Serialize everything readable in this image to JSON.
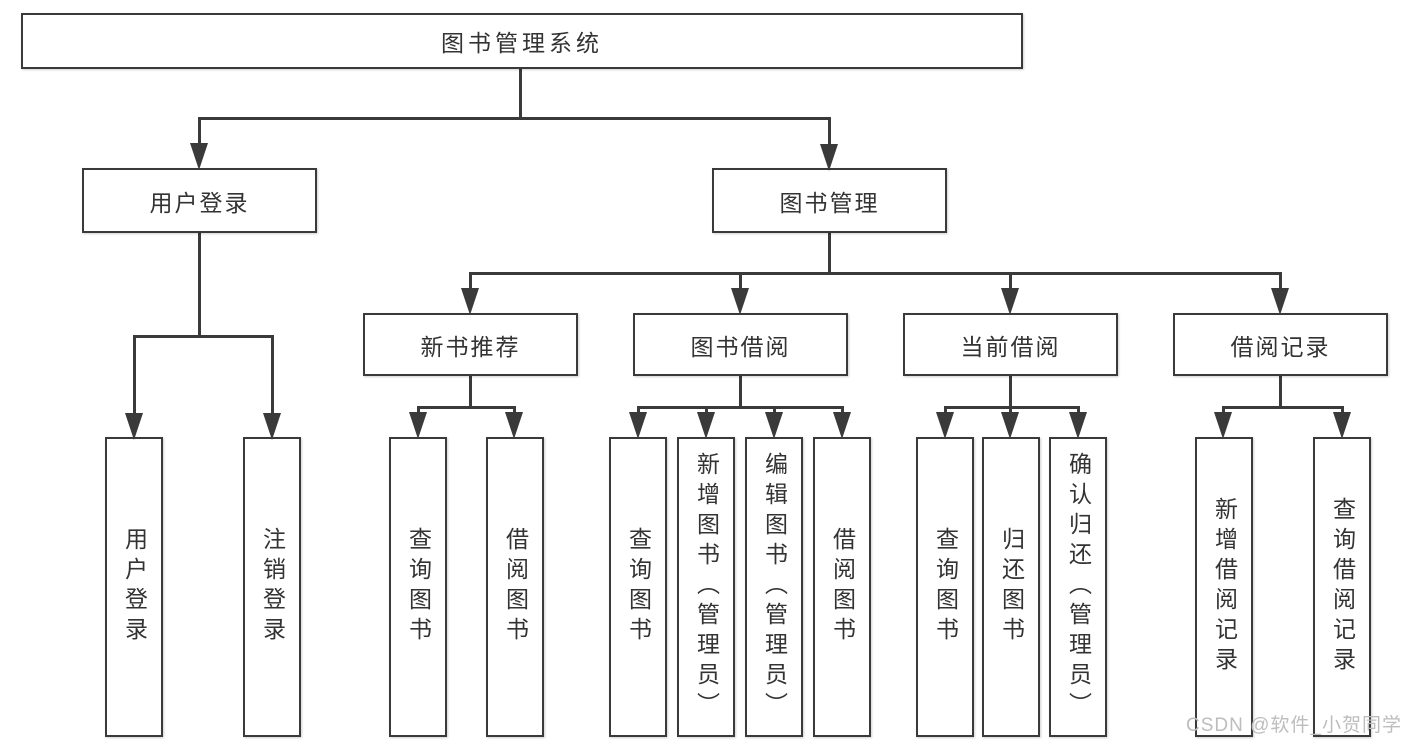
{
  "tree": {
    "root": {
      "label": "图书管理系统"
    },
    "branches": [
      {
        "label": "用户登录",
        "children": [
          {
            "label": "用户登录"
          },
          {
            "label": "注销登录"
          }
        ]
      },
      {
        "label": "图书管理",
        "children": [
          {
            "label": "新书推荐",
            "children": [
              {
                "label": "查询图书"
              },
              {
                "label": "借阅图书"
              }
            ]
          },
          {
            "label": "图书借阅",
            "children": [
              {
                "label": "查询图书"
              },
              {
                "label": "新增图书（管理员）"
              },
              {
                "label": "编辑图书（管理员）"
              },
              {
                "label": "借阅图书"
              }
            ]
          },
          {
            "label": "当前借阅",
            "children": [
              {
                "label": "查询图书"
              },
              {
                "label": "归还图书"
              },
              {
                "label": "确认归还（管理员）"
              }
            ]
          },
          {
            "label": "借阅记录",
            "children": [
              {
                "label": "新增借阅记录"
              },
              {
                "label": "查询借阅记录"
              }
            ]
          }
        ]
      }
    ]
  },
  "watermark": {
    "text": "CSDN @软件_小贺同学",
    "color": "#bdbdbd"
  },
  "colors": {
    "line": "#3a3a3a",
    "text": "#333333",
    "background": "#ffffff"
  }
}
